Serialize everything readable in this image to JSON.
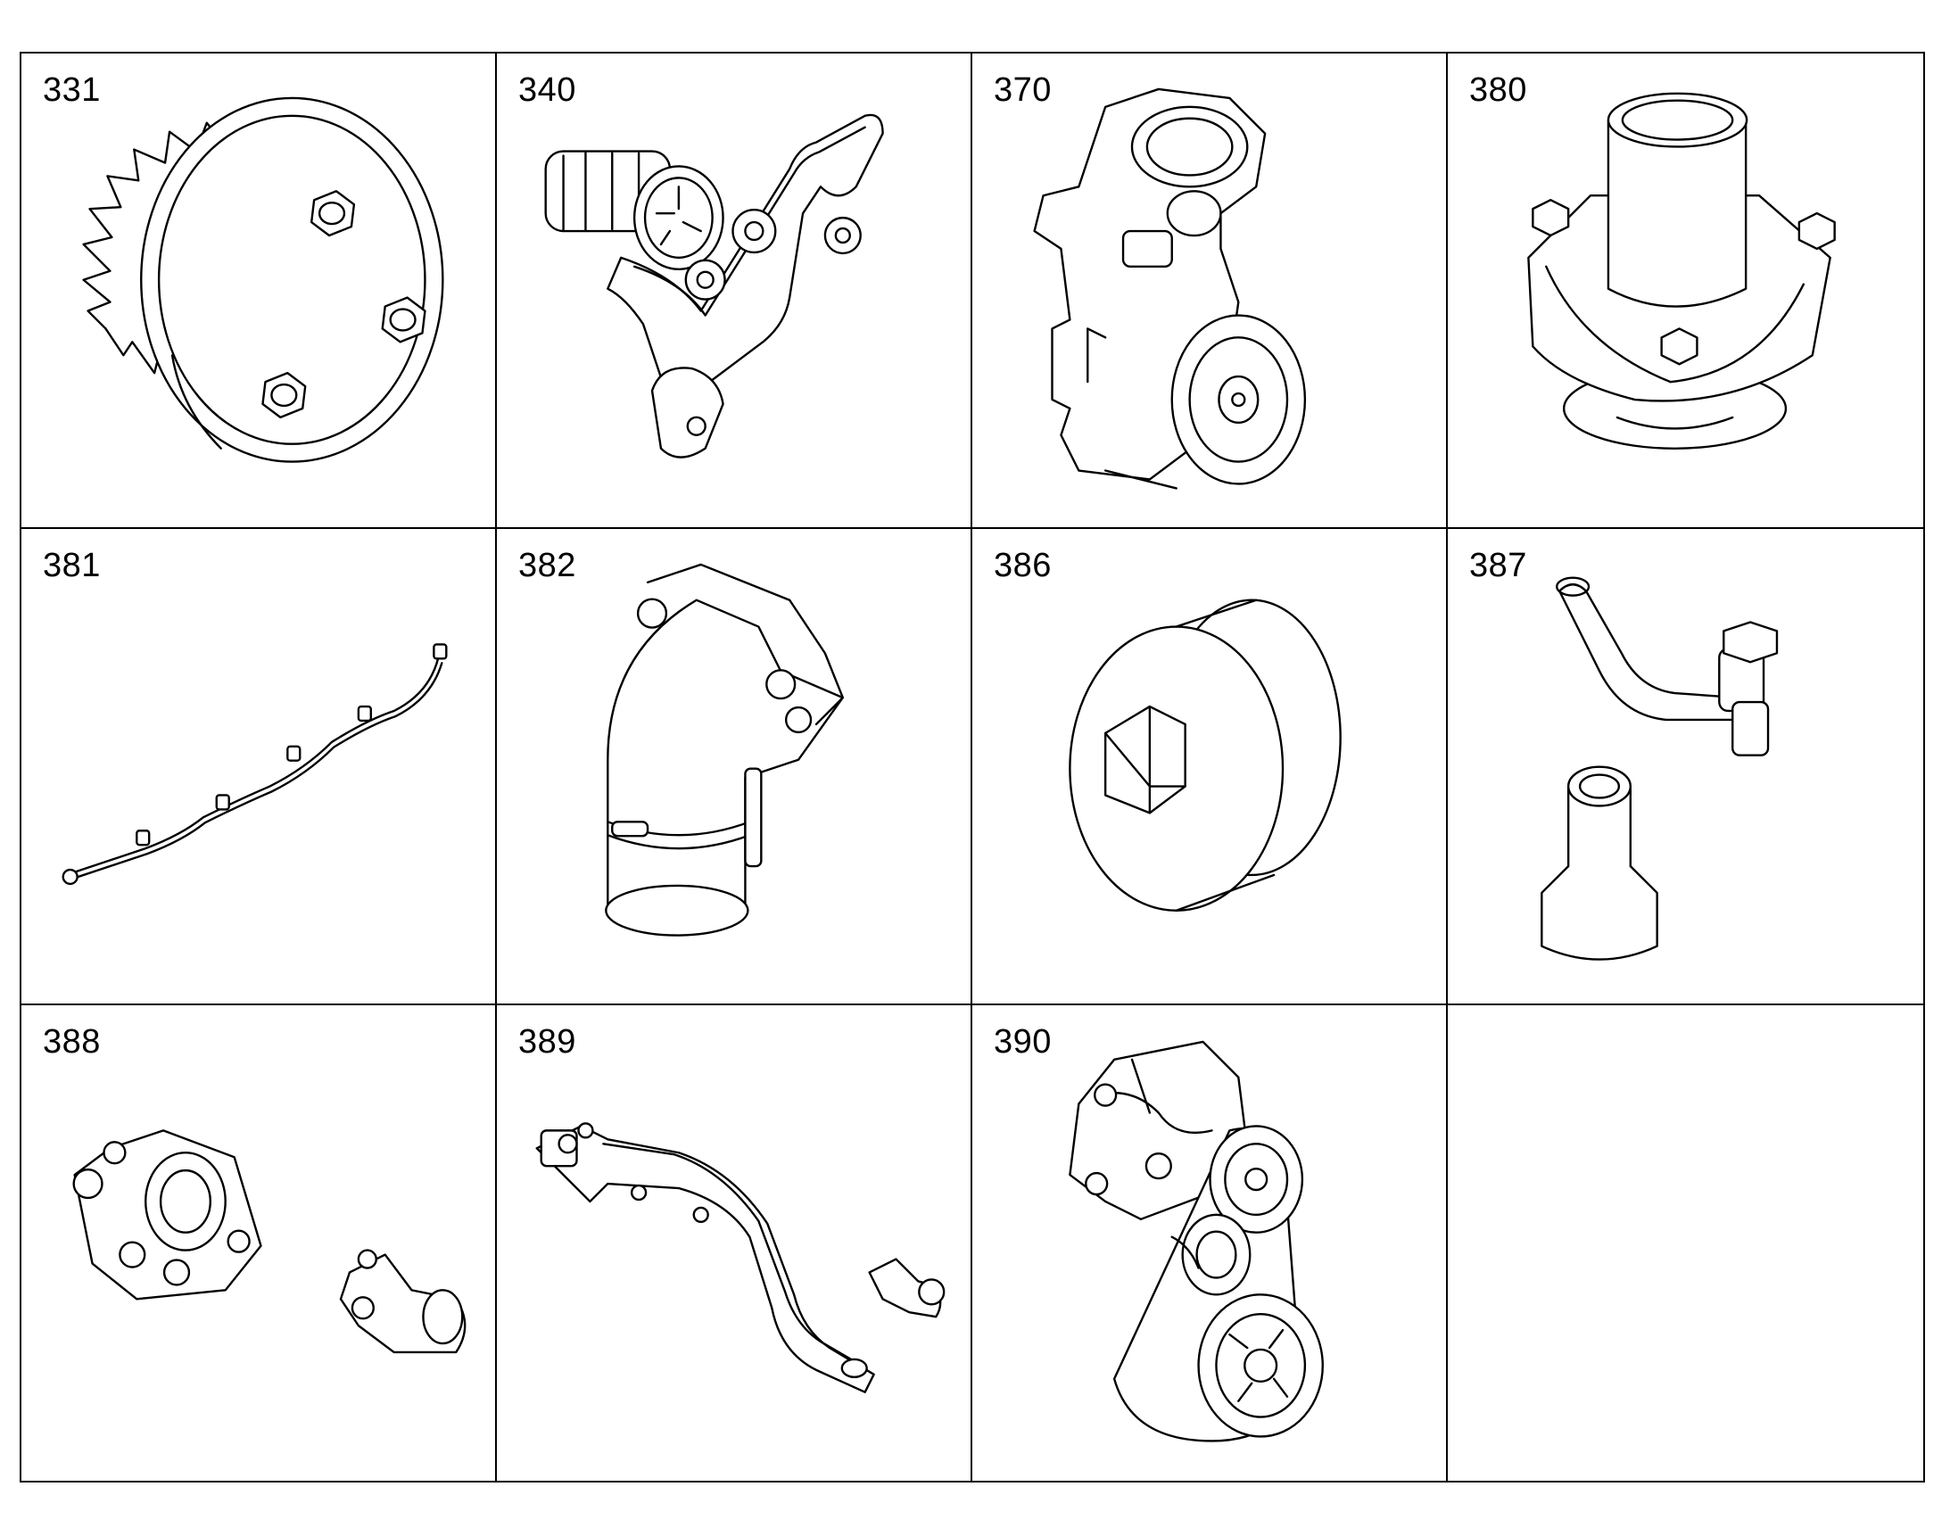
{
  "parts": [
    {
      "number": "331",
      "icon": "gear-icon"
    },
    {
      "number": "340",
      "icon": "compressor-belt-icon"
    },
    {
      "number": "370",
      "icon": "water-pump-housing-icon"
    },
    {
      "number": "380",
      "icon": "thermostat-housing-icon"
    },
    {
      "number": "381",
      "icon": "wire-harness-icon"
    },
    {
      "number": "382",
      "icon": "elbow-pipe-icon"
    },
    {
      "number": "386",
      "icon": "hex-plug-icon"
    },
    {
      "number": "387",
      "icon": "pipe-fitting-icon"
    },
    {
      "number": "388",
      "icon": "coolant-housing-icon"
    },
    {
      "number": "389",
      "icon": "coolant-pipe-icon"
    },
    {
      "number": "390",
      "icon": "belt-tensioner-bracket-icon"
    },
    {
      "number": "",
      "icon": ""
    }
  ]
}
